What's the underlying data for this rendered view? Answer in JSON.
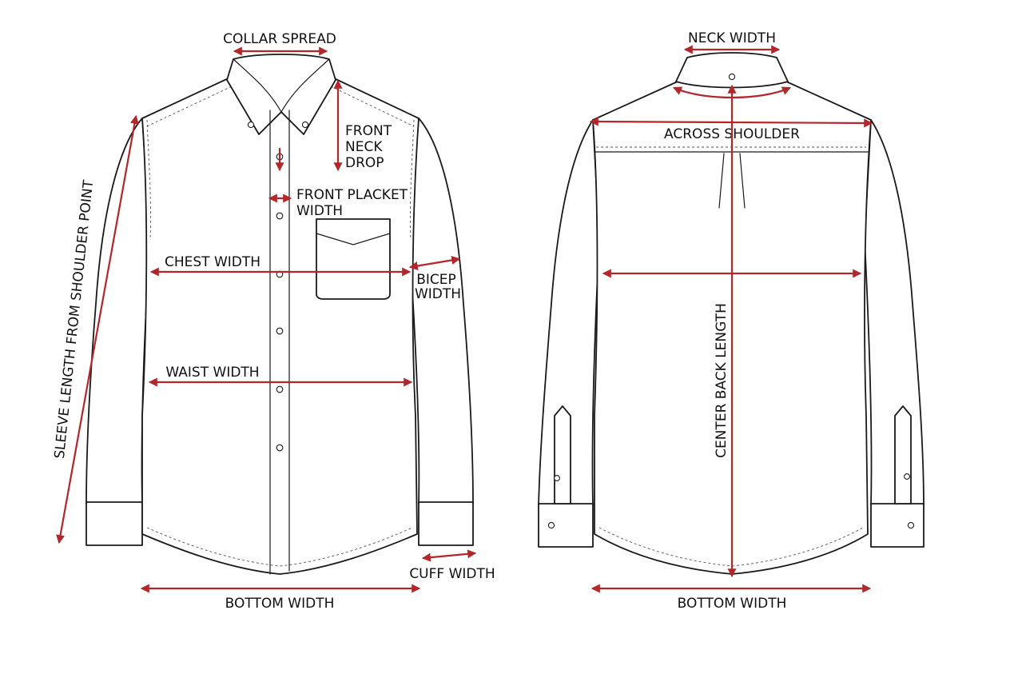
{
  "colors": {
    "measure": "#b3262a",
    "line": "#1a1a1a"
  },
  "labels": {
    "collar_spread": "COLLAR SPREAD",
    "front_neck_drop_1": "FRONT",
    "front_neck_drop_2": "NECK",
    "front_neck_drop_3": "DROP",
    "front_placket_1": "FRONT PLACKET",
    "front_placket_2": "WIDTH",
    "chest_width": "CHEST WIDTH",
    "bicep_1": "BICEP",
    "bicep_2": "WIDTH",
    "waist_width": "WAIST WIDTH",
    "sleeve_length": "SLEEVE LENGTH FROM SHOULDER POINT",
    "cuff_width": "CUFF WIDTH",
    "bottom_width_front": "BOTTOM WIDTH",
    "neck_width": "NECK WIDTH",
    "across_shoulder": "ACROSS SHOULDER",
    "center_back_length": "CENTER BACK LENGTH",
    "bottom_width_back": "BOTTOM WIDTH"
  }
}
